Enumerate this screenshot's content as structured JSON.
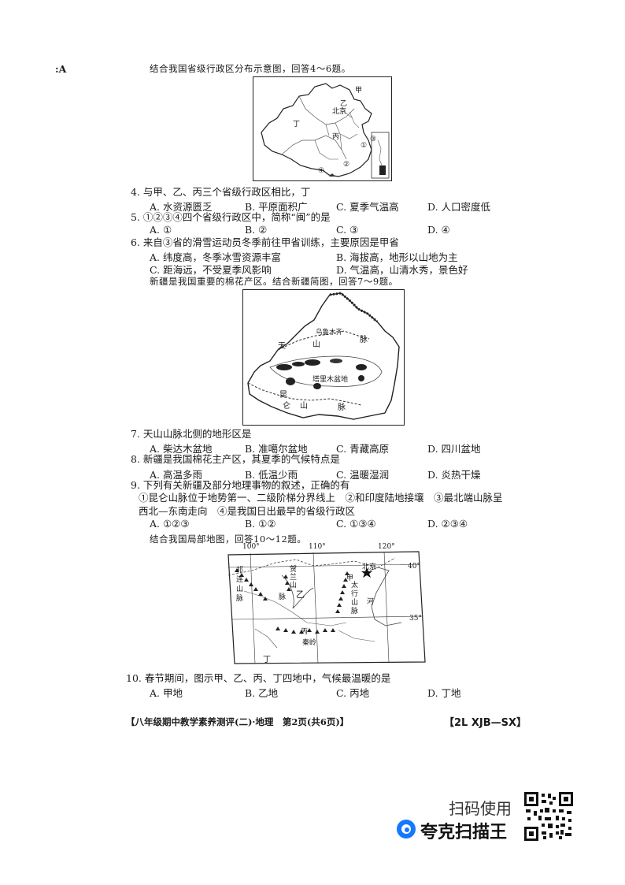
{
  "corner_mark": ":A",
  "intro_4_6": "结合我国省级行政区分布示意图，回答4～6题。",
  "map1": {
    "labels": {
      "jia": "甲",
      "yi": "乙",
      "beijing": "北京",
      "ding": "丁",
      "bing": "丙",
      "c1": "①",
      "c2": "②",
      "c3": "③",
      "c4": "④"
    }
  },
  "q4": {
    "stem": "4. 与甲、乙、丙三个省级行政区相比，丁",
    "a": "A. 水资源匮乏",
    "b": "B. 平原面积广",
    "c": "C. 夏季气温高",
    "d": "D. 人口密度低"
  },
  "q5": {
    "stem": "5. ①②③④四个省级行政区中，简称“闽”的是",
    "a": "A. ①",
    "b": "B. ②",
    "c": "C. ③",
    "d": "D. ④"
  },
  "q6": {
    "stem": "6. 来自③省的滑雪运动员冬季前往甲省训练，主要原因是甲省",
    "a": "A. 纬度高，冬季冰雪资源丰富",
    "b": "B. 海拔高，地形以山地为主",
    "c": "C. 距海远，不受夏季风影响",
    "d": "D. 气温高，山清水秀，景色好"
  },
  "intro_7_9": "新疆是我国重要的棉花产区。结合新疆简图，回答7～9题。",
  "map2": {
    "labels": {
      "urumqi": "乌鲁木齐",
      "tian": "天",
      "shan": "山",
      "mai1": "脉",
      "tarim": "塔里木盆地",
      "kun": "昆",
      "lun": "仑",
      "shan2": "山",
      "mai2": "脉"
    }
  },
  "q7": {
    "stem": "7. 天山山脉北侧的地形区是",
    "a": "A. 柴达木盆地",
    "b": "B. 准噶尔盆地",
    "c": "C. 青藏高原",
    "d": "D. 四川盆地"
  },
  "q8": {
    "stem": "8. 新疆是我国棉花主产区，其夏季的气候特点是",
    "a": "A. 高温多雨",
    "b": "B. 低温少雨",
    "c": "C. 温暖湿润",
    "d": "D. 炎热干燥"
  },
  "q9": {
    "stem": "9. 下列有关新疆及部分地理事物的叙述，正确的有",
    "line1": "①昆仑山脉位于地势第一、二级阶梯分界线上　②和印度陆地接壤　③最北端山脉呈",
    "line2": "西北—东南走向　④是我国日出最早的省级行政区",
    "a": "A. ①②③",
    "b": "B. ①②",
    "c": "C. ①③④",
    "d": "D. ②③④"
  },
  "intro_10_12": "结合我国局部地图，回答10～12题。",
  "map3": {
    "labels": {
      "lon100": "100°",
      "lon110": "110°",
      "lon120": "120°",
      "lat40": "40°",
      "lat35": "35°",
      "beijing": "北京",
      "jia": "甲",
      "taihang": "太行山脉",
      "he": "河",
      "helan": "贺兰山",
      "mai": "脉",
      "yi": "乙",
      "qilian": "祁连山脉",
      "bing": "丙",
      "qinling": "秦岭",
      "ding": "丁"
    }
  },
  "q10": {
    "stem": "10. 春节期间，图示甲、乙、丙、丁四地中，气候最温暖的是",
    "a": "A. 甲地",
    "b": "B. 乙地",
    "c": "C. 丙地",
    "d": "D. 丁地"
  },
  "footer": {
    "left": "【八年级期中教学素养测评(二)·地理　第2页(共6页)】",
    "right": "【2L XJB—SX】"
  },
  "scanner": {
    "text": "扫码使用",
    "brand": "夸克扫描王"
  }
}
